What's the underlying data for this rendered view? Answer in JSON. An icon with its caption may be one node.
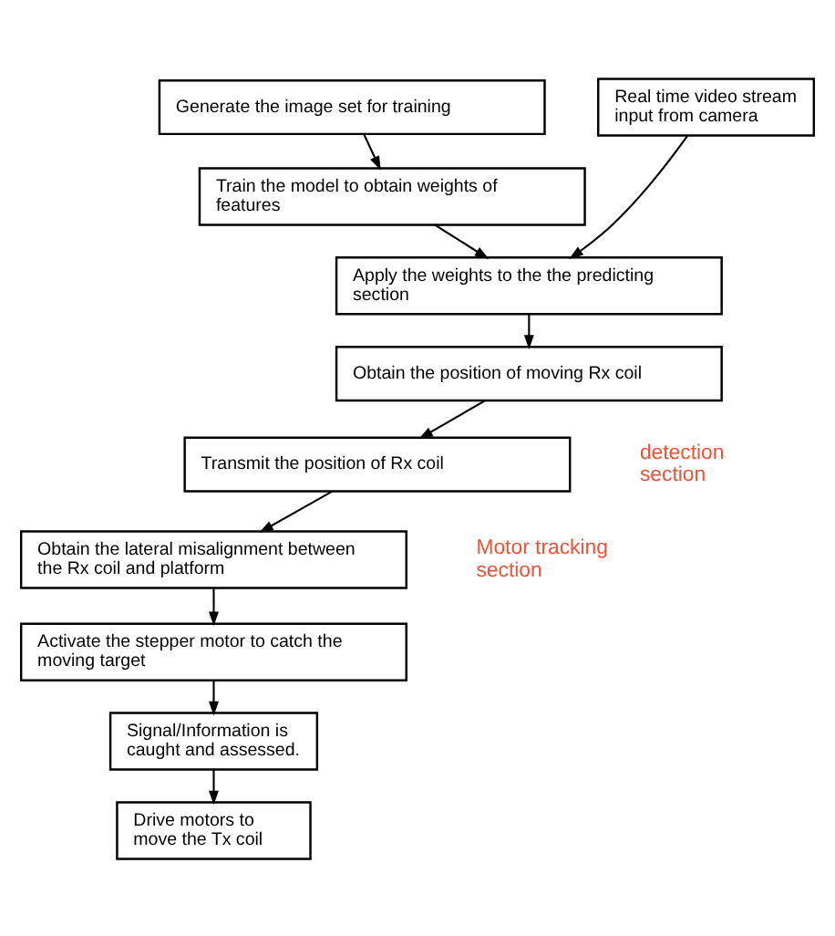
{
  "diagram": {
    "nodes": [
      {
        "text": [
          "Generate the image set for training"
        ]
      },
      {
        "text": [
          "Train the model to obtain weights of features"
        ]
      },
      {
        "text": [
          "Apply the weights to the the predicting section"
        ]
      },
      {
        "text": [
          "Obtain the position of moving Rx coil"
        ]
      },
      {
        "text": [
          "Transmit the position of Rx coil"
        ]
      },
      {
        "text": [
          "Obtain the lateral misalignment between the Rx coil and platform"
        ]
      },
      {
        "text": [
          "Activate the stepper motor to catch the moving target"
        ]
      },
      {
        "text": [
          "Signal/Information is caught and assessed."
        ]
      },
      {
        "text": [
          "Drive motors to move the Tx coil"
        ]
      },
      {
        "text": [
          "Real time video stream input from camera"
        ]
      }
    ],
    "edges": [
      {
        "from": 0,
        "to": 1,
        "arrow": "to"
      },
      {
        "from": 1,
        "to": 2,
        "arrow": "to"
      },
      {
        "from": 9,
        "to": 2,
        "arrow": "to"
      },
      {
        "from": 2,
        "to": 3,
        "arrow": "to"
      },
      {
        "from": 3,
        "to": 4,
        "arrow": "to"
      },
      {
        "from": 4,
        "to": 5,
        "arrow": "to"
      },
      {
        "from": 5,
        "to": 6,
        "arrow": "to"
      },
      {
        "from": 6,
        "to": 7,
        "arrow": "to"
      },
      {
        "from": 7,
        "to": 8,
        "arrow": "to"
      }
    ],
    "labels": [
      "detection section",
      "Motor tracking section"
    ]
  }
}
